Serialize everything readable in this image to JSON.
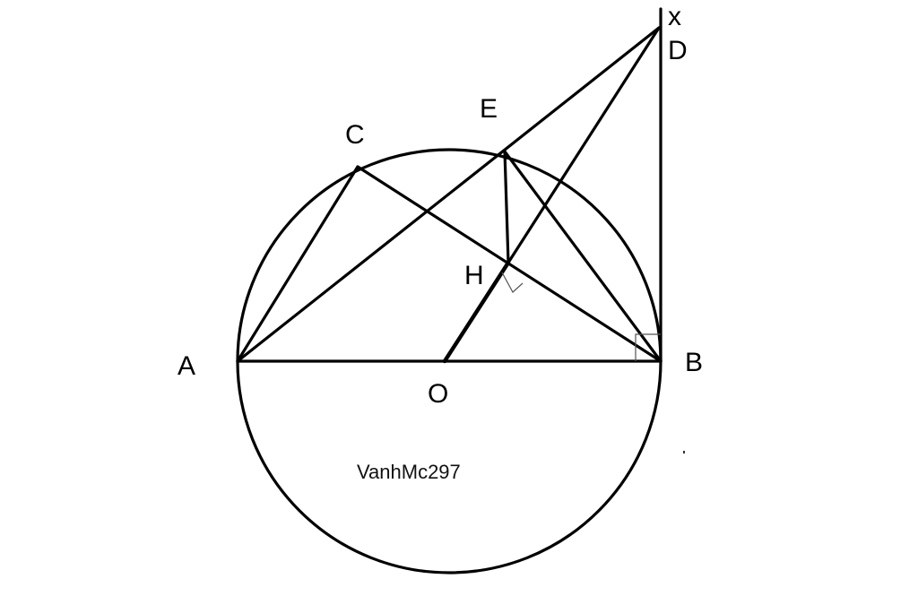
{
  "labels": {
    "A": "A",
    "B": "B",
    "C": "C",
    "D": "D",
    "E": "E",
    "H": "H",
    "O": "O",
    "x": "x"
  },
  "watermark": "VanhMc297",
  "colors": {
    "stroke": "#000000",
    "background": "#ffffff"
  }
}
